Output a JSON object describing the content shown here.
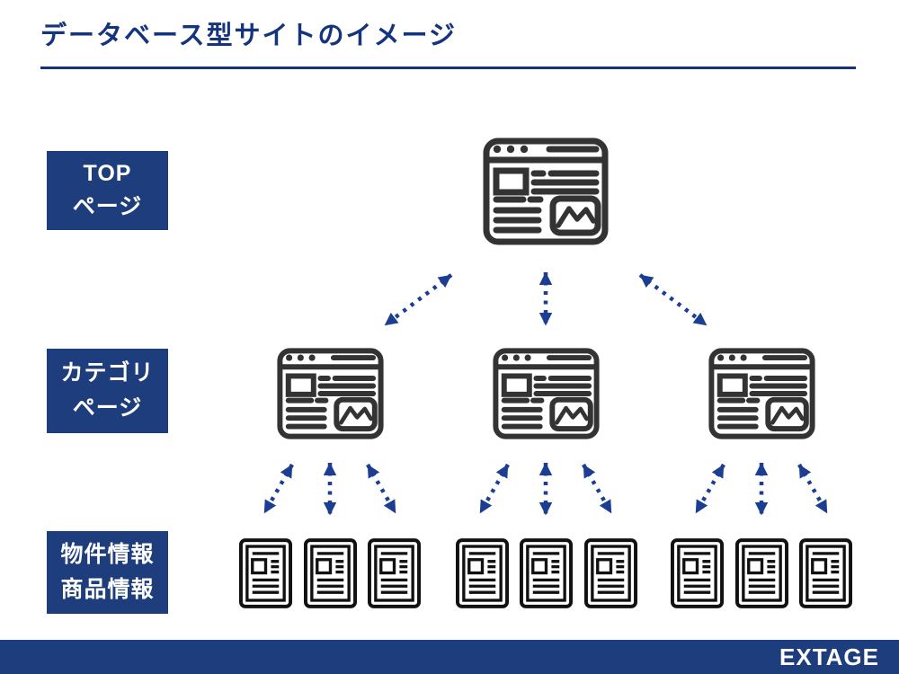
{
  "page": {
    "title": "データベース型サイトのイメージ"
  },
  "levels": [
    {
      "id": "top",
      "label_lines": [
        "TOP",
        "ページ"
      ],
      "node_type": "browser-window-icon",
      "node_count": 1
    },
    {
      "id": "category",
      "label_lines": [
        "カテゴリ",
        "ページ"
      ],
      "node_type": "browser-window-icon",
      "node_count": 3
    },
    {
      "id": "items",
      "label_lines": [
        "物件情報",
        "商品情報"
      ],
      "node_type": "document-icon",
      "node_count": 9
    }
  ],
  "footer": {
    "logo_text": "EXTAGE"
  },
  "colors": {
    "navy_box": "#1e3d7c",
    "title_text": "#15347e",
    "rule": "#14337b",
    "arrow": "#1b3e93",
    "browser_icon": "#333333",
    "document_icon": "#111111",
    "footer_bar": "#1e3d7c",
    "logo_text": "#ffffff",
    "background": "#ffffff"
  }
}
